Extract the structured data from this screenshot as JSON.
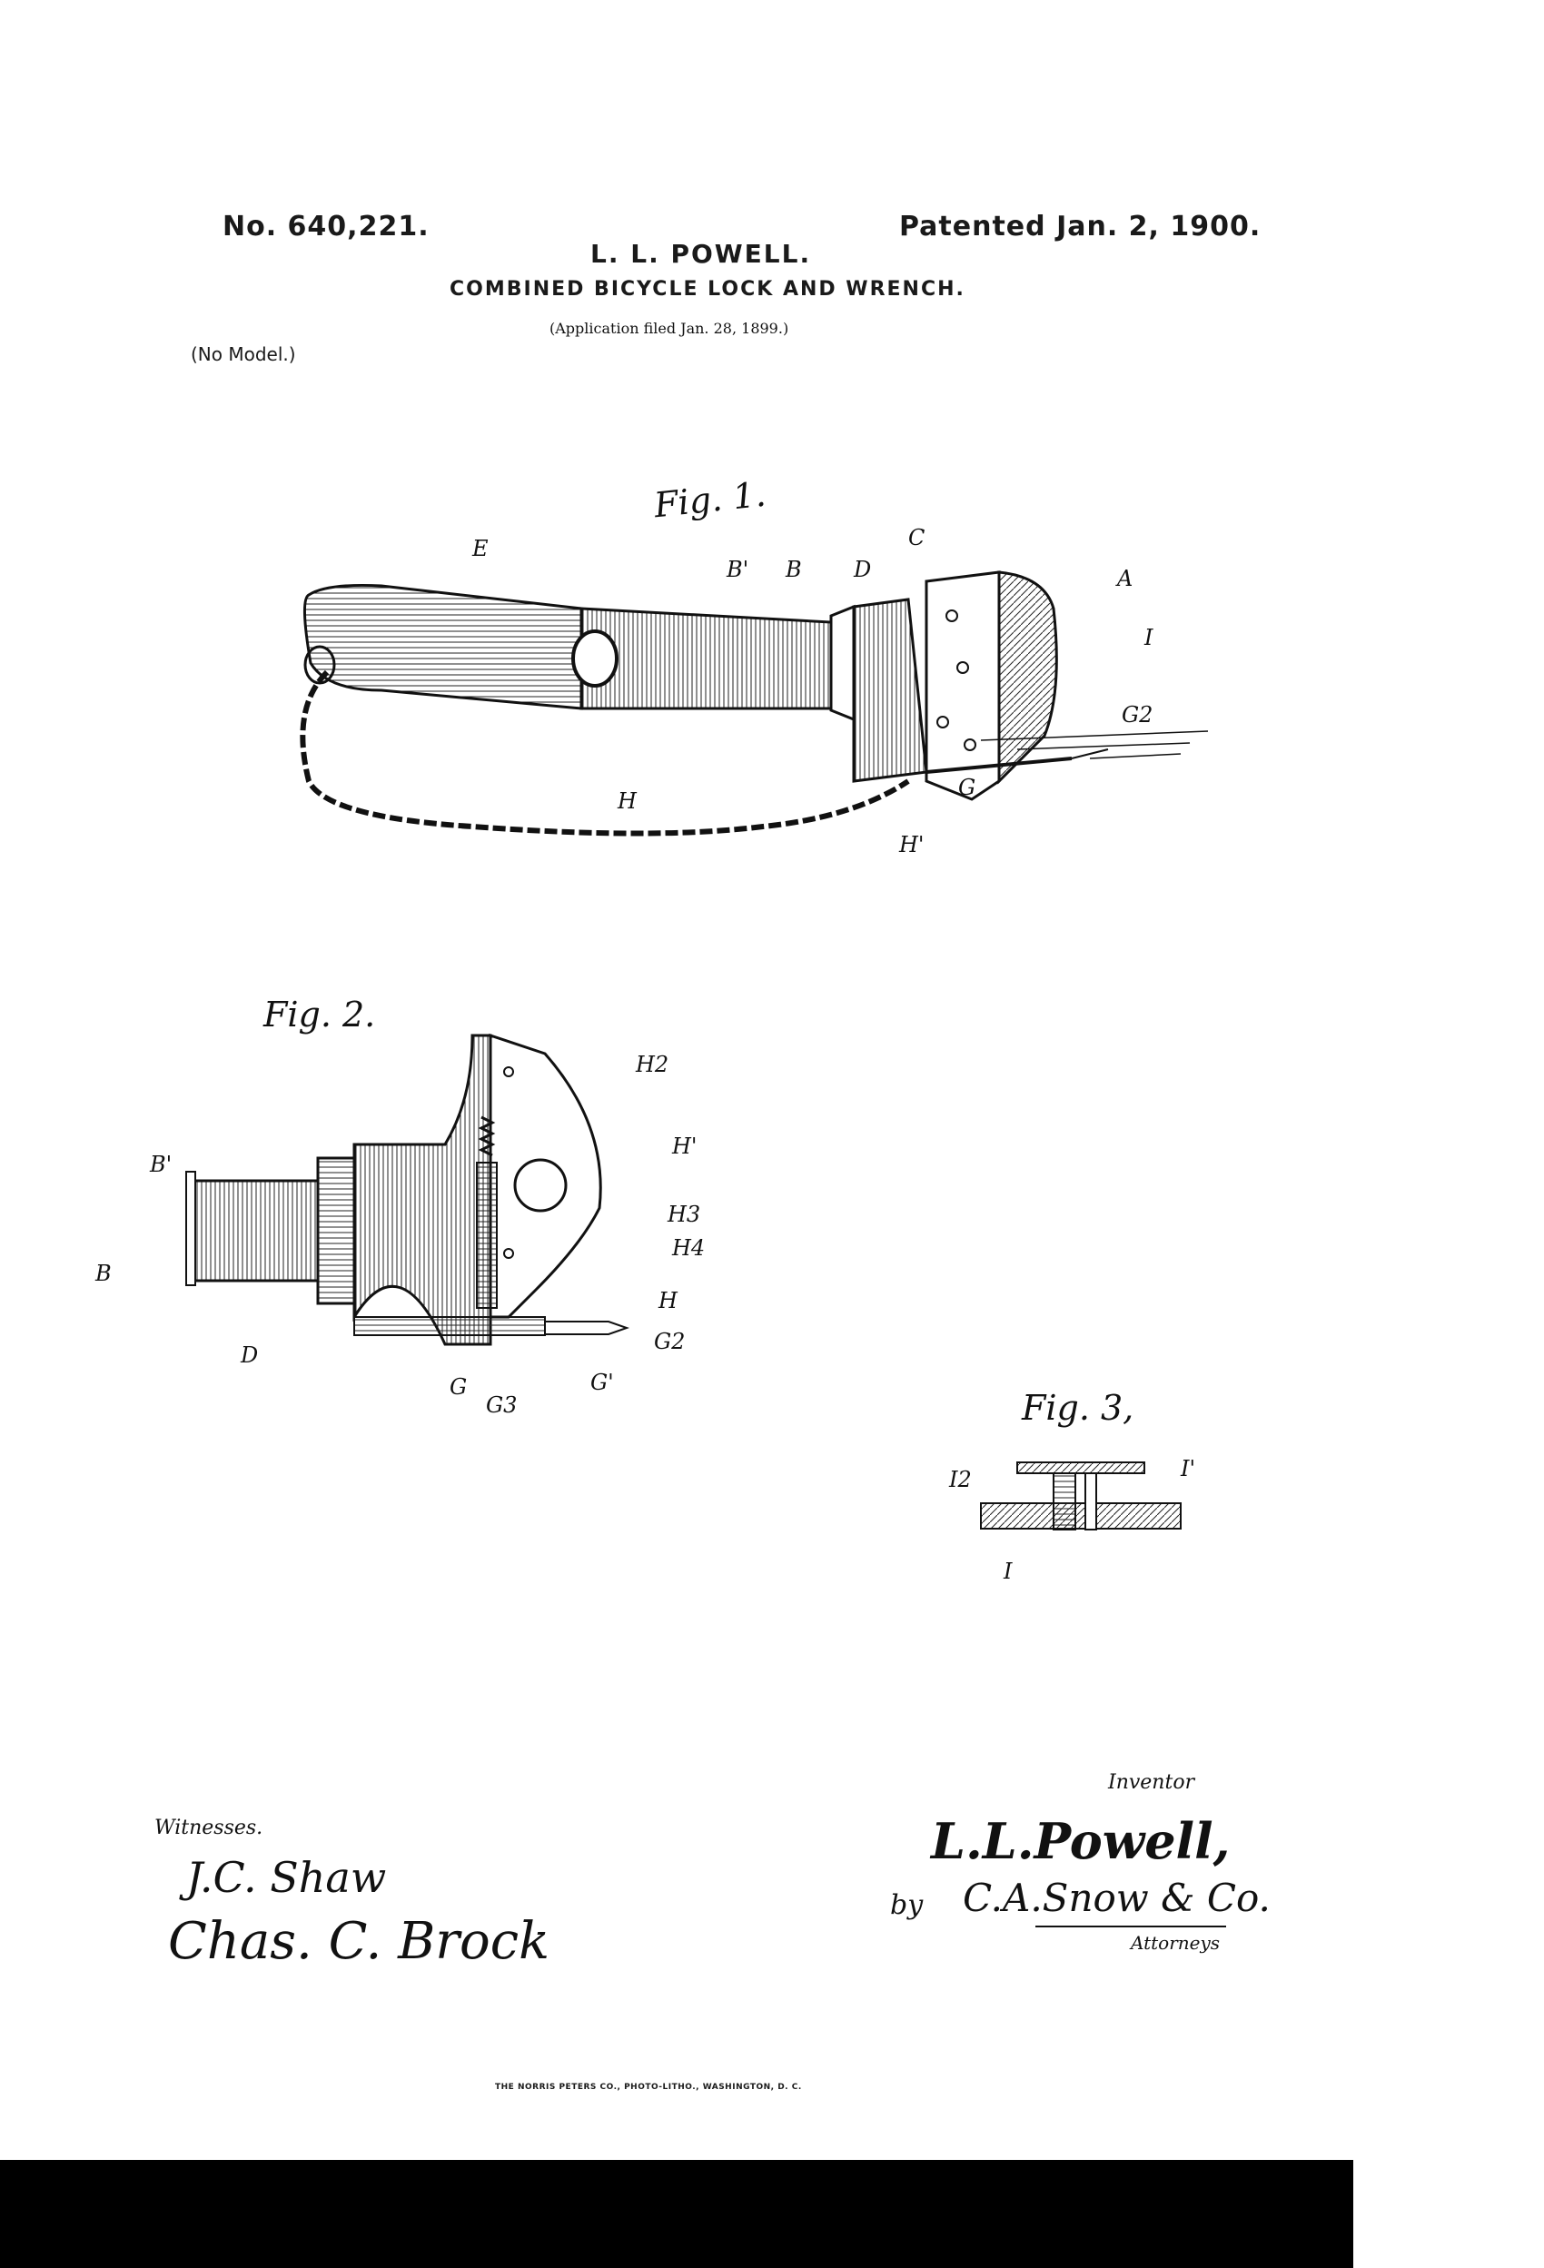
{
  "header": {
    "patent_number": "No. 640,221.",
    "patent_date": "Patented Jan. 2, 1900.",
    "inventor": "L. L. POWELL.",
    "title": "COMBINED BICYCLE LOCK AND WRENCH.",
    "application": "(Application filed Jan. 28, 1899.)",
    "model_note": "(No Model.)"
  },
  "figures": {
    "fig1": {
      "label": "Fig. 1.",
      "callouts": [
        "E",
        "B'",
        "B",
        "D",
        "C",
        "A",
        "I",
        "G2",
        "G",
        "H",
        "H'"
      ]
    },
    "fig2": {
      "label": "Fig. 2.",
      "callouts": [
        "H2",
        "B'",
        "H'",
        "H3",
        "H4",
        "B",
        "H",
        "G2",
        "D",
        "G",
        "G3",
        "G'"
      ]
    },
    "fig3": {
      "label": "Fig. 3,",
      "callouts": [
        "I2",
        "I'",
        "I"
      ]
    }
  },
  "footer": {
    "witnesses_label": "Witnesses.",
    "witness_1": "J.C. Shaw",
    "witness_2": "Chas. C. Brock",
    "inventor_label": "Inventor",
    "inventor_signature": "L.L.Powell,",
    "by": "by",
    "attorney_signature": "C.A.Snow & Co.",
    "attorneys_label": "Attorneys",
    "printer": "THE NORRIS PETERS CO., PHOTO-LITHO., WASHINGTON, D. C."
  },
  "colors": {
    "ink": "#111111",
    "paper": "#ffffff"
  }
}
